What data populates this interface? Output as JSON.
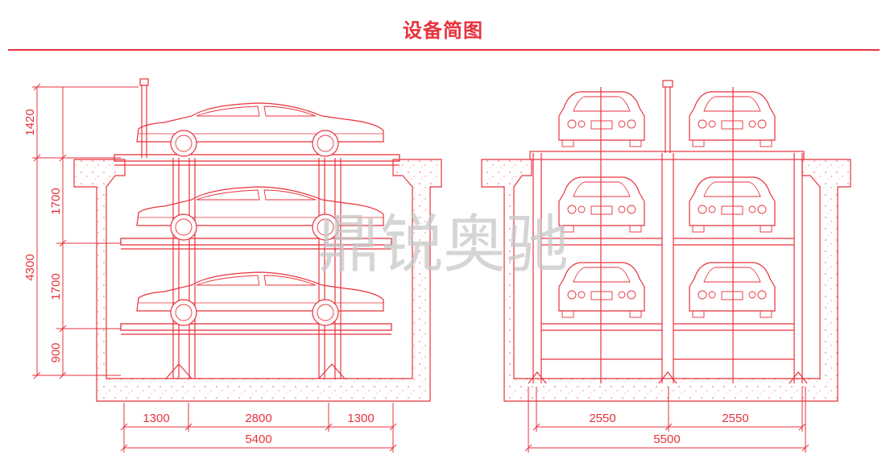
{
  "title": "设备简图",
  "watermark": "鼎锐奥驰",
  "colors": {
    "line": "#e8323c",
    "fill_dots": "#ee7f86",
    "watermark": "#c7c7c7"
  },
  "side_view": {
    "dims_left": {
      "d1": "1420",
      "d2": "1700",
      "d3": "1700",
      "d4": "900",
      "total": "4300"
    },
    "dims_bottom": {
      "a": "1300",
      "b": "2800",
      "c": "1300",
      "total": "5400"
    }
  },
  "front_view": {
    "dims_bottom": {
      "a": "2550",
      "b": "2550",
      "total": "5500"
    }
  }
}
